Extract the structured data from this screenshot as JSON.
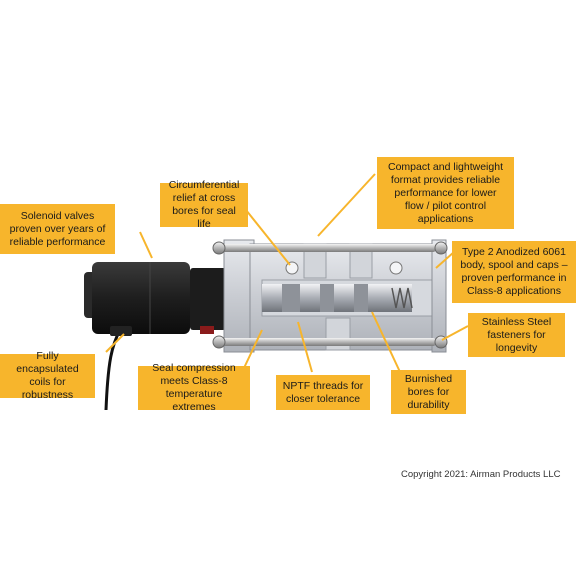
{
  "callouts": {
    "compact": "Compact and lightweight\nformat provides reliable\nperformance for lower\nflow / pilot control\napplications",
    "circumferential": "Circumferential\nrelief at cross\nbores for seal life",
    "solenoid": "Solenoid valves\nproven over years of\nreliable performance",
    "type2": "Type 2 Anodized 6061\nbody, spool and caps –\nproven performance in\nClass-8 applications",
    "stainless": "Stainless Steel\nfasteners for\nlongevity",
    "encapsulated": "Fully encapsulated\ncoils for\nrobustness",
    "seal": "Seal compression\nmeets Class-8\ntemperature extremes",
    "nptf": "NPTF threads for\ncloser tolerance",
    "burnished": "Burnished\nbores for\ndurability"
  },
  "copyright": "Copyright 2021: Airman Products LLC",
  "colors": {
    "callout": "#f7b52c",
    "leader": "#f7b52c"
  }
}
